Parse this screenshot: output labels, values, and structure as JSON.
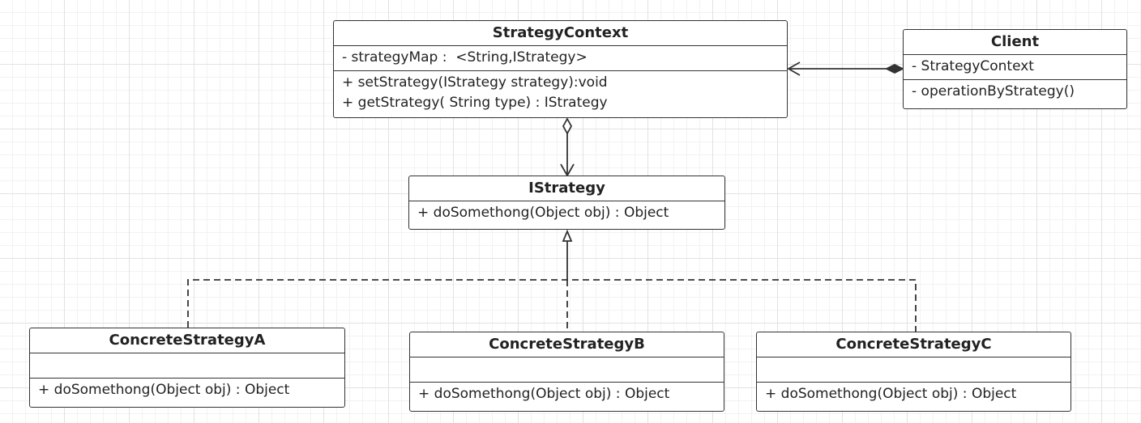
{
  "classes": {
    "strategy_context": {
      "name": "StrategyContext",
      "attributes": [
        "- strategyMap :  <String,IStrategy>"
      ],
      "operations": [
        "+ setStrategy(IStrategy strategy):void",
        "+ getStrategy( String type) : IStrategy"
      ]
    },
    "client": {
      "name": "Client",
      "attributes": [
        "- StrategyContext"
      ],
      "operations": [
        "- operationByStrategy()"
      ]
    },
    "istrategy": {
      "name": "IStrategy",
      "operations": [
        "+ doSomethong(Object obj) : Object"
      ]
    },
    "concrete_a": {
      "name": "ConcreteStrategyA",
      "attributes": [],
      "operations": [
        "+ doSomethong(Object obj) : Object"
      ]
    },
    "concrete_b": {
      "name": "ConcreteStrategyB",
      "attributes": [],
      "operations": [
        "+ doSomethong(Object obj) : Object"
      ]
    },
    "concrete_c": {
      "name": "ConcreteStrategyC",
      "attributes": [],
      "operations": [
        "+ doSomethong(Object obj) : Object"
      ]
    }
  },
  "relationships": [
    {
      "type": "composition",
      "from": "client",
      "to": "strategy_context"
    },
    {
      "type": "aggregation",
      "from": "strategy_context",
      "to": "istrategy"
    },
    {
      "type": "realization",
      "from": "concrete_a",
      "to": "istrategy"
    },
    {
      "type": "realization",
      "from": "concrete_b",
      "to": "istrategy"
    },
    {
      "type": "realization",
      "from": "concrete_c",
      "to": "istrategy"
    }
  ],
  "colors": {
    "line": "#333333",
    "grid": "#e2e2e2",
    "background": "#ffffff"
  }
}
